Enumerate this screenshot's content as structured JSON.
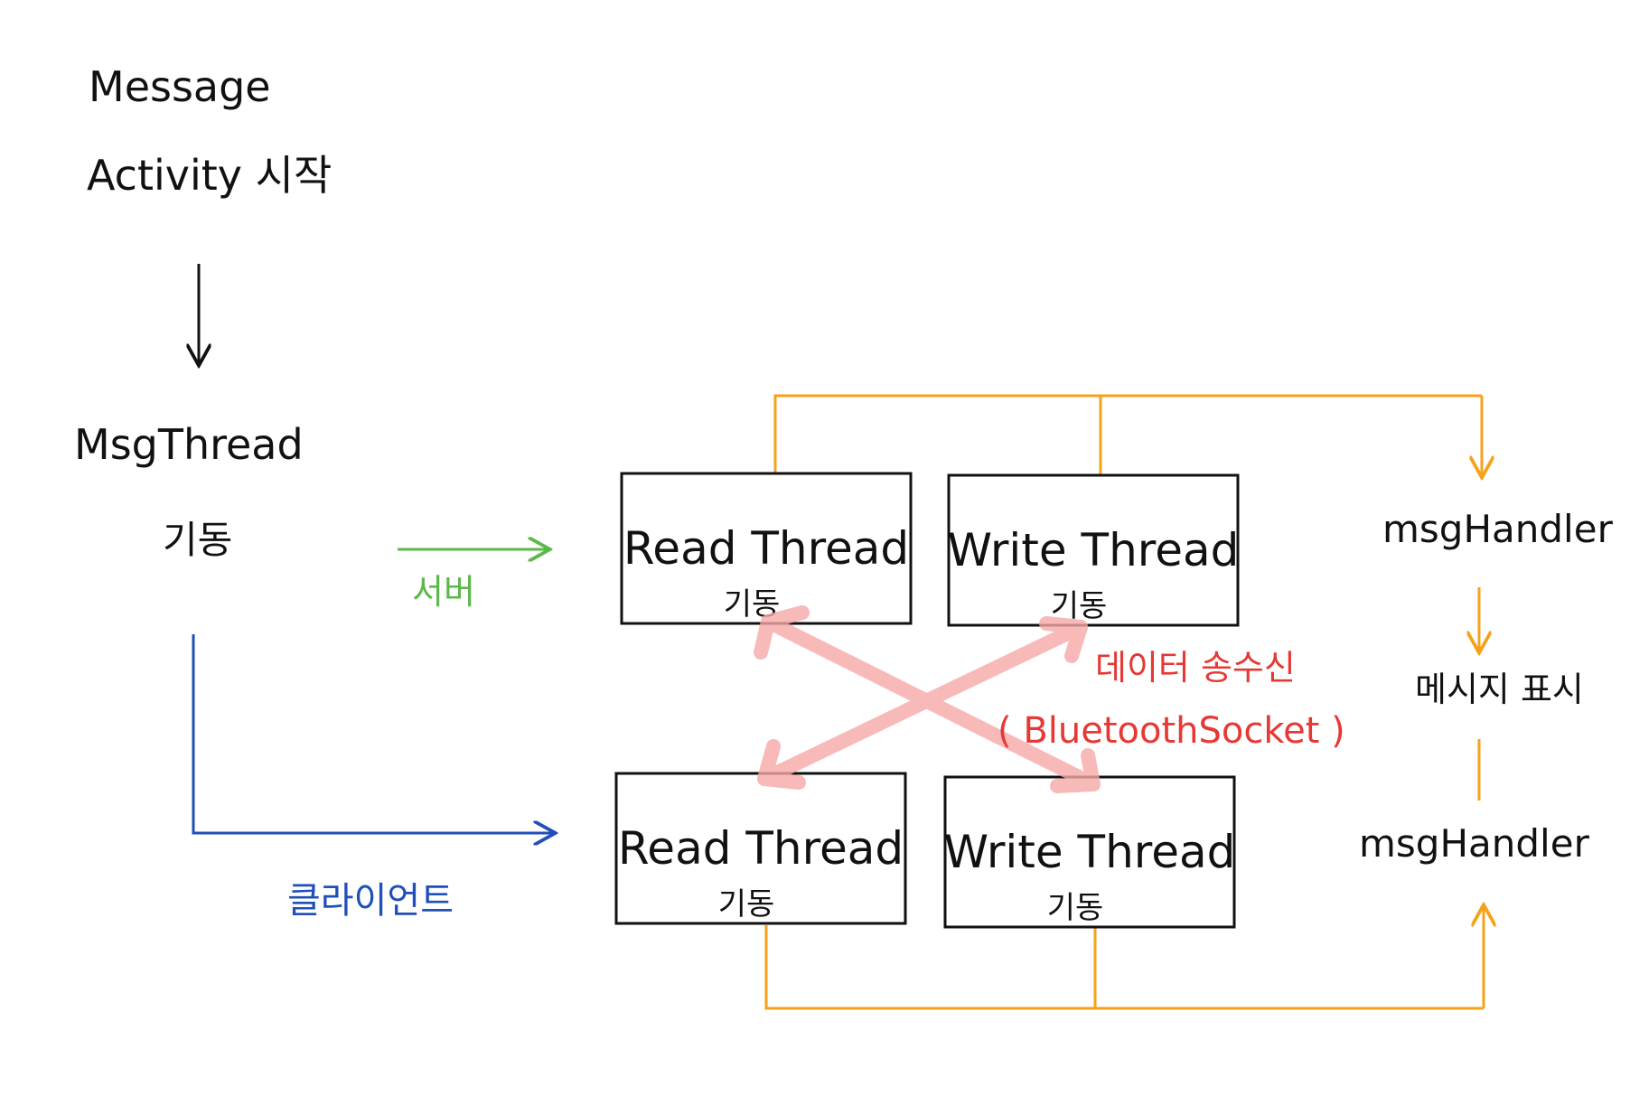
{
  "labels": {
    "start_line1": "Message",
    "start_line2": "Activity 시작",
    "msg_thread_line1": "MsgThread",
    "msg_thread_line2": "기동",
    "server": "서버",
    "client": "클라이언트",
    "data_exchange_line1": "데이터 송수신",
    "data_exchange_line2": "( BluetoothSocket )",
    "handler_top": "msgHandler",
    "message_display": "메시지 표시",
    "handler_bottom": "msgHandler"
  },
  "boxes": {
    "server_read": {
      "title": "Read Thread",
      "sub": "기동"
    },
    "server_write": {
      "title": "Write Thread",
      "sub": "기동"
    },
    "client_read": {
      "title": "Read Thread",
      "sub": "기동"
    },
    "client_write": {
      "title": "Write Thread",
      "sub": "기동"
    }
  },
  "colors": {
    "ink": "#111111",
    "server_arrow": "#5bb84a",
    "client_arrow": "#1f4fb8",
    "handler_lines": "#f5a21b",
    "exchange_arrows": "#f7a8a8",
    "exchange_text": "#e53935"
  }
}
